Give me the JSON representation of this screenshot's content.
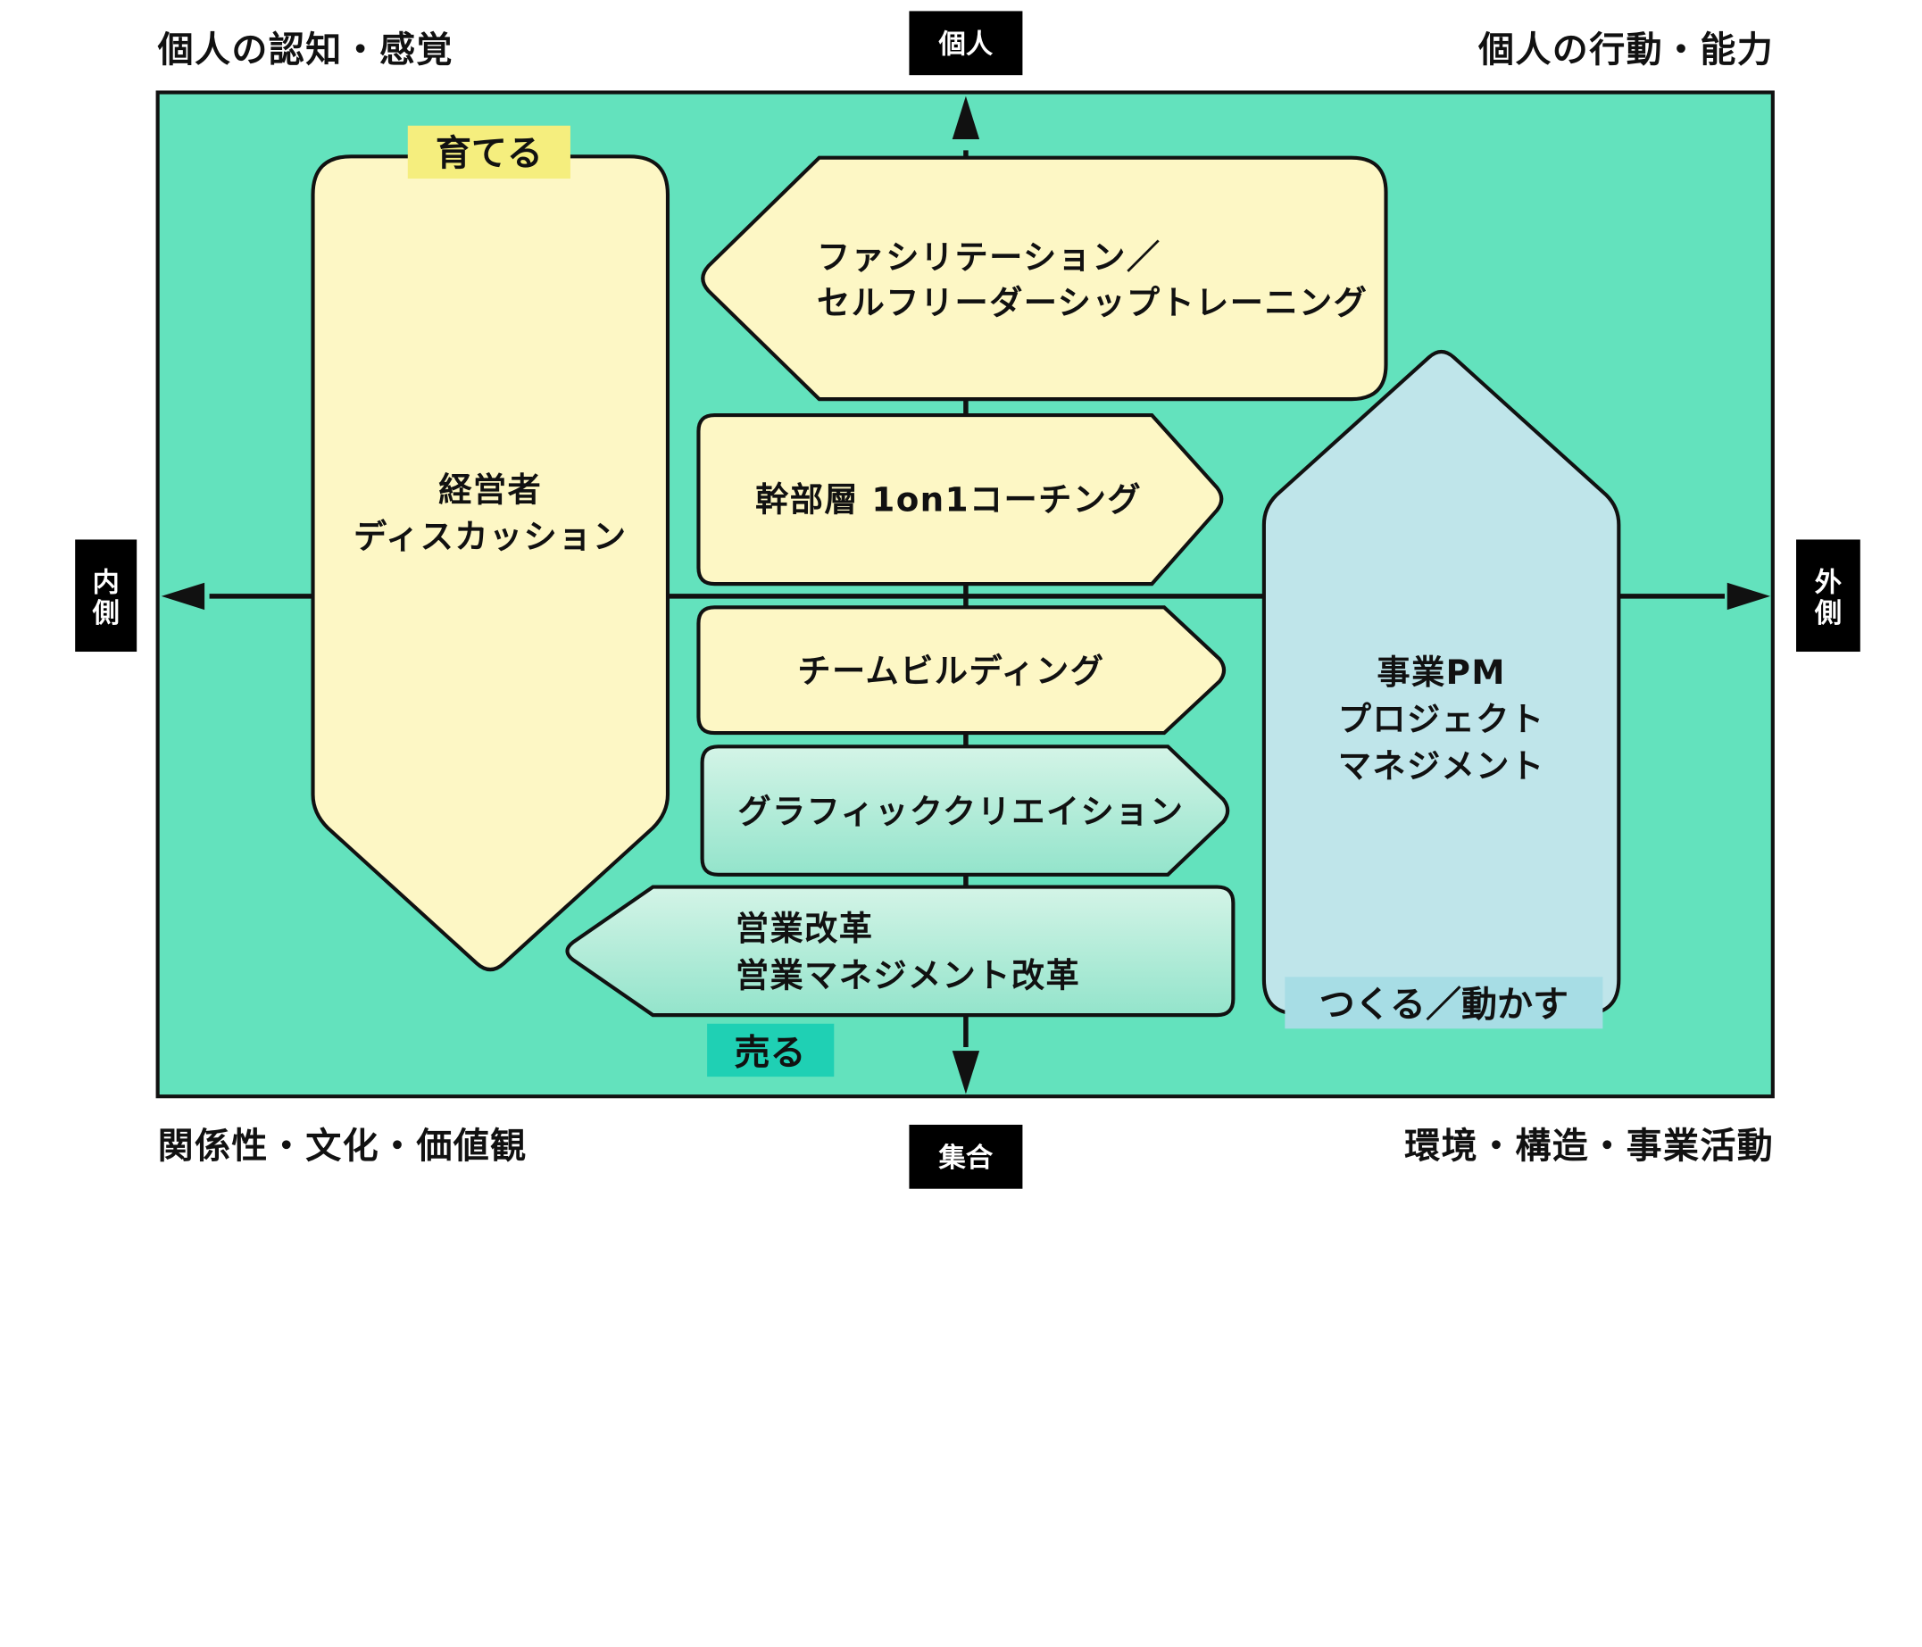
{
  "colors": {
    "background": "#63e2bd",
    "yellow_block": "#fdf7c5",
    "mint_block": "#b8ecd9",
    "blue_block": "#bfe5ea",
    "tag_yellow": "#f5ee7e",
    "tag_teal": "#1fd0b4",
    "tag_blue": "#a7dde5",
    "pill": "#000000",
    "line": "#111111"
  },
  "corners": {
    "top_left": "個人の認知・感覚",
    "top_right": "個人の行動・能力",
    "bottom_left": "関係性・文化・価値観",
    "bottom_right": "環境・構造・事業活動"
  },
  "axes": {
    "top": "個人",
    "bottom": "集合",
    "left_lines": [
      "内",
      "側"
    ],
    "right_lines": [
      "外",
      "側"
    ]
  },
  "blocks": {
    "executive": {
      "lines": [
        "経営者",
        "ディスカッション"
      ]
    },
    "facilitation": {
      "lines": [
        "ファシリテーション／",
        "セルフリーダーシップトレーニング"
      ]
    },
    "coaching": {
      "lines": [
        "幹部層 1on1コーチング"
      ]
    },
    "teambuilding": {
      "lines": [
        "チームビルディング"
      ]
    },
    "graphic": {
      "lines": [
        "グラフィッククリエイション"
      ]
    },
    "sales": {
      "lines": [
        "営業改革",
        "営業マネジメント改革"
      ]
    },
    "business_pm": {
      "lines": [
        "事業PM",
        "プロジェクト",
        "マネジメント"
      ]
    }
  },
  "tags": {
    "grow": "育てる",
    "sell": "売る",
    "build": "つくる／動かす"
  }
}
